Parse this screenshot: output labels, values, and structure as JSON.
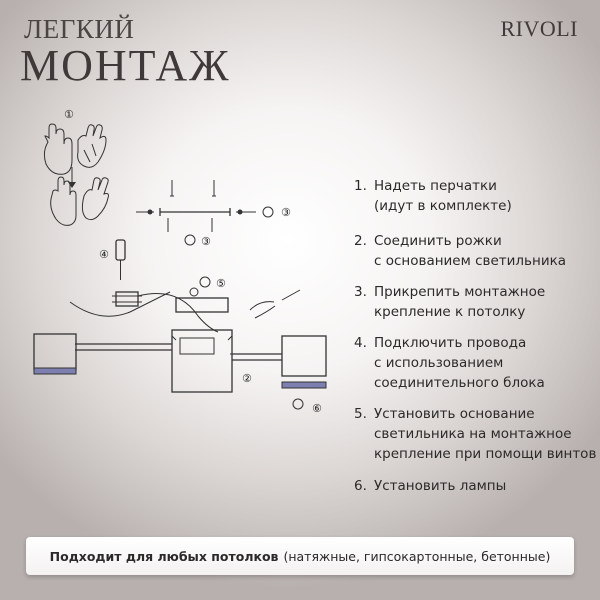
{
  "header": {
    "subtitle": "ЛЕГКИЙ",
    "title": "МОНТАЖ",
    "brand": "RIVOLI"
  },
  "diagram": {
    "markers": [
      "①",
      "②",
      "③",
      "③",
      "④",
      "⑤",
      "⑥"
    ]
  },
  "steps": [
    {
      "num": "1.",
      "line1": "Надеть перчатки",
      "line2": "(идут в комплекте)"
    },
    {
      "num": "2.",
      "line1": "Соединить рожки",
      "line2": "с основанием светильника"
    },
    {
      "num": "3.",
      "line1": "Прикрепить монтажное",
      "line2": "крепление к потолку"
    },
    {
      "num": "4.",
      "line1": "Подключить провода",
      "line2": "с использованием",
      "line3": "соединительного блока"
    },
    {
      "num": "5.",
      "line1": "Установить основание",
      "line2": "светильника на монтажное",
      "line3": "крепление при помощи винтов"
    },
    {
      "num": "6.",
      "line1": "Установить лампы"
    }
  ],
  "footer": {
    "bold": "Подходит для любых потолков",
    "normal": "(натяжные, гипсокартонные, бетонные)"
  }
}
